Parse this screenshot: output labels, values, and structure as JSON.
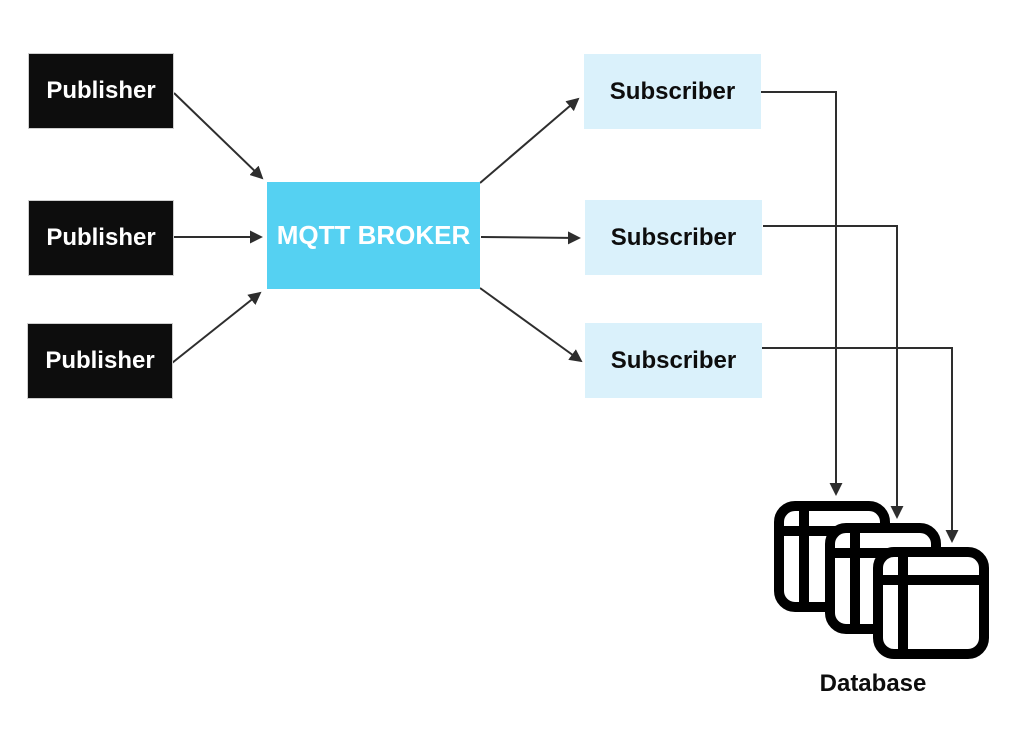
{
  "diagram": {
    "type": "mqtt-architecture",
    "nodes": {
      "publishers": [
        {
          "id": "publisher-1",
          "label": "Publisher"
        },
        {
          "id": "publisher-2",
          "label": "Publisher"
        },
        {
          "id": "publisher-3",
          "label": "Publisher"
        }
      ],
      "broker": {
        "id": "broker",
        "label": "MQTT BROKER"
      },
      "subscribers": [
        {
          "id": "subscriber-1",
          "label": "Subscriber"
        },
        {
          "id": "subscriber-2",
          "label": "Subscriber"
        },
        {
          "id": "subscriber-3",
          "label": "Subscriber"
        }
      ],
      "database": {
        "id": "database",
        "label": "Database",
        "icon": "table-stack-icon",
        "icon_count": 3
      }
    },
    "edges": [
      {
        "from": "publisher-1",
        "to": "broker",
        "style": "arrow"
      },
      {
        "from": "publisher-2",
        "to": "broker",
        "style": "arrow"
      },
      {
        "from": "publisher-3",
        "to": "broker",
        "style": "arrow"
      },
      {
        "from": "broker",
        "to": "subscriber-1",
        "style": "arrow"
      },
      {
        "from": "broker",
        "to": "subscriber-2",
        "style": "arrow"
      },
      {
        "from": "broker",
        "to": "subscriber-3",
        "style": "arrow"
      },
      {
        "from": "subscriber-1",
        "to": "database",
        "style": "elbow-arrow"
      },
      {
        "from": "subscriber-2",
        "to": "database",
        "style": "elbow-arrow"
      },
      {
        "from": "subscriber-3",
        "to": "database",
        "style": "elbow-arrow"
      }
    ],
    "colors": {
      "background": "#ffffff",
      "publisher_bg": "#0d0d0d",
      "publisher_text": "#ffffff",
      "broker_bg": "#55d1f2",
      "broker_text": "#ffffff",
      "subscriber_bg": "#daf1fb",
      "subscriber_text": "#0d0d0d",
      "connector": "#2e2e2e",
      "database_icon": "#000000"
    }
  }
}
